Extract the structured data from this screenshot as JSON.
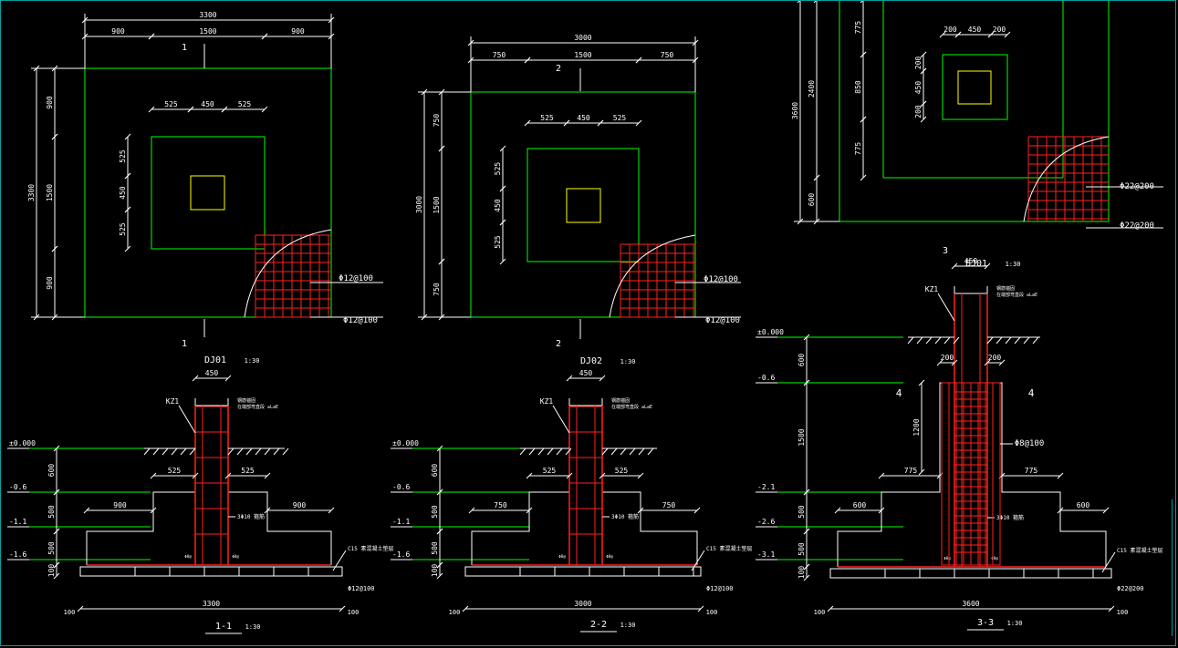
{
  "colors": {
    "background": "#000000",
    "outline": "#00ff00",
    "dimension": "#ffffff",
    "rebar": "#ff2020",
    "column": "#ffff00",
    "frame": "#00a0a0"
  },
  "footings": [
    {
      "id": "DJ01",
      "plan_top": {
        "total": "3300",
        "left": "900",
        "mid": "1500",
        "right": "900"
      },
      "plan_left": {
        "total": "3300",
        "top": "900",
        "mid": "1500",
        "bottom": "900"
      },
      "pedestal_top": {
        "left": "525",
        "mid": "450",
        "right": "525"
      },
      "pedestal_left": {
        "top": "525",
        "mid": "450",
        "bottom": "525"
      },
      "section_mark": "1",
      "rebar_x": "Φ12@100",
      "rebar_y": "Φ12@100",
      "title": "DJ01",
      "scale": "1:30",
      "column_width": "450",
      "column_label": "KZ1",
      "anchor_note_1": "钢筋锚固",
      "anchor_note_2": "在端部弯直段 ≥LaE",
      "elevations": [
        "±0.000",
        "-0.6",
        "-1.1",
        "-1.6"
      ],
      "heights": [
        "600",
        "500",
        "500",
        "100"
      ],
      "steps": [
        "525",
        "525",
        "900",
        "900"
      ],
      "stirrup": "3Φ10 箍筋",
      "concrete": "C15 素混凝土垫层",
      "bottom_total": "3300",
      "edge_dim": "100",
      "base_rebar": "Φ12@100",
      "section_title": "1-1",
      "marks_small": "Φ8@"
    },
    {
      "id": "DJ02",
      "plan_top": {
        "total": "3000",
        "left": "750",
        "mid": "1500",
        "right": "750"
      },
      "plan_left": {
        "total": "3000",
        "top": "750",
        "mid": "1500",
        "bottom": "750"
      },
      "pedestal_top": {
        "left": "525",
        "mid": "450",
        "right": "525"
      },
      "pedestal_left": {
        "top": "525",
        "mid": "450",
        "bottom": "525"
      },
      "section_mark": "2",
      "rebar_x": "Φ12@100",
      "rebar_y": "Φ12@100",
      "title": "DJ02",
      "scale": "1:30",
      "column_width": "450",
      "column_label": "KZ1",
      "anchor_note_1": "钢筋锚固",
      "anchor_note_2": "在端部弯直段 ≥LaE",
      "elevations": [
        "±0.000",
        "-0.6",
        "-1.1",
        "-1.6"
      ],
      "heights": [
        "600",
        "500",
        "500",
        "100"
      ],
      "steps": [
        "525",
        "525",
        "750",
        "750"
      ],
      "stirrup": "3Φ10 箍筋",
      "concrete": "C15 素混凝土垫层",
      "bottom_total": "3000",
      "edge_dim": "100",
      "base_rebar": "Φ12@100",
      "section_title": "2-2",
      "marks_small": "Φ8@"
    },
    {
      "id": "BJ01",
      "plan_top": {
        "left": "200",
        "mid": "450",
        "right": "200"
      },
      "plan_left_outer": {
        "total": "3600",
        "inner": "2400",
        "a": "775",
        "b": "850",
        "c": "775",
        "d": "600"
      },
      "pedestal_left": {
        "top": "200",
        "mid": "450",
        "bottom": "200"
      },
      "section_mark": "3",
      "rebar_x": "Φ22@200",
      "rebar_y": "Φ22@200",
      "title": "BJ01",
      "scale": "1:30",
      "column_width": "450",
      "column_label": "KZ1",
      "anchor_note_1": "钢筋锚固",
      "anchor_note_2": "在端部弯直段 ≥LaE",
      "elevations": [
        "±0.000",
        "-0.6",
        "-2.1",
        "-2.6",
        "-3.1"
      ],
      "heights": [
        "600",
        "1500",
        "500",
        "500",
        "100"
      ],
      "steps": [
        "775",
        "775",
        "600",
        "600"
      ],
      "col_ext": "200",
      "side_label": "4",
      "h1200": "1200",
      "stirrup2": "Φ8@100",
      "stirrup": "3Φ10 箍筋",
      "concrete": "C15 素混凝土垫层",
      "bottom_total": "3600",
      "edge_dim": "100",
      "base_rebar": "Φ22@200",
      "section_title": "3-3",
      "marks_small": "Φ8@"
    }
  ]
}
